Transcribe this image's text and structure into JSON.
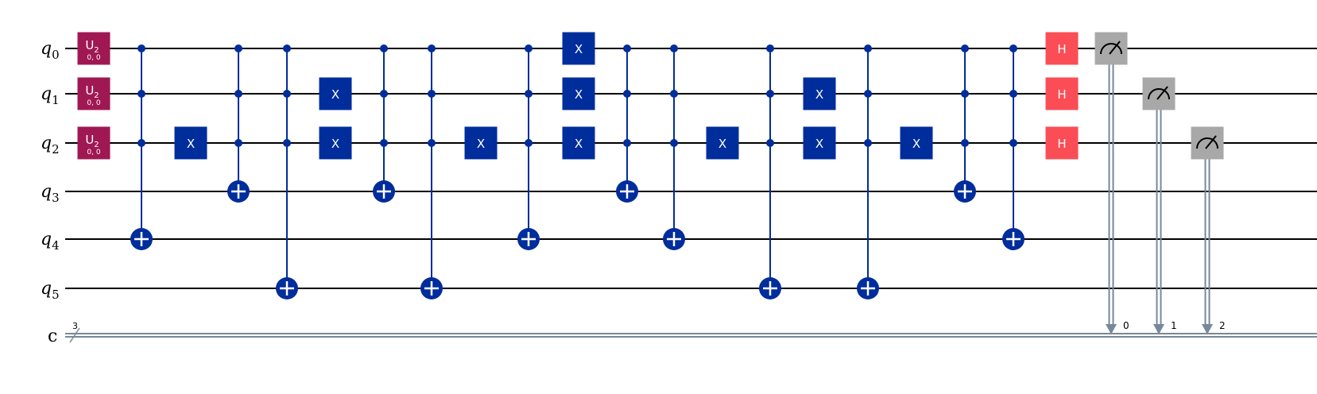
{
  "colors": {
    "wire": "#000000",
    "classical_wire": "#778899",
    "u2_gate": "#9f1853",
    "x_gate": "#002d9c",
    "h_gate": "#fa4d56",
    "measure": "#a8a8a8"
  },
  "qubits": [
    {
      "name": "q",
      "index": "0"
    },
    {
      "name": "q",
      "index": "1"
    },
    {
      "name": "q",
      "index": "2"
    },
    {
      "name": "q",
      "index": "3"
    },
    {
      "name": "q",
      "index": "4"
    },
    {
      "name": "q",
      "index": "5"
    }
  ],
  "classical": {
    "name": "c",
    "size": "3",
    "bit_labels": [
      "0",
      "1",
      "2"
    ]
  },
  "u2_gate": {
    "label": "U",
    "sub": "2",
    "params": "0, 0"
  },
  "x_gate": {
    "label": "X"
  },
  "h_gate": {
    "label": "H"
  },
  "columns": [
    [
      {
        "type": "u2",
        "q": 0
      },
      {
        "type": "u2",
        "q": 1
      },
      {
        "type": "u2",
        "q": 2
      }
    ],
    [
      {
        "type": "ctrl",
        "controls": [
          0,
          1,
          2
        ],
        "target": 4
      }
    ],
    [
      {
        "type": "x",
        "q": 2
      }
    ],
    [
      {
        "type": "ctrl",
        "controls": [
          0,
          1,
          2
        ],
        "target": 3
      }
    ],
    [
      {
        "type": "ctrl",
        "controls": [
          0,
          1,
          2
        ],
        "target": 5
      }
    ],
    [
      {
        "type": "x",
        "q": 1
      },
      {
        "type": "x",
        "q": 2
      }
    ],
    [
      {
        "type": "ctrl",
        "controls": [
          0,
          1,
          2
        ],
        "target": 3
      }
    ],
    [
      {
        "type": "ctrl",
        "controls": [
          0,
          1,
          2
        ],
        "target": 5
      }
    ],
    [
      {
        "type": "x",
        "q": 2
      }
    ],
    [
      {
        "type": "ctrl",
        "controls": [
          0,
          1,
          2
        ],
        "target": 4
      }
    ],
    [
      {
        "type": "x",
        "q": 0
      },
      {
        "type": "x",
        "q": 1
      },
      {
        "type": "x",
        "q": 2
      }
    ],
    [
      {
        "type": "ctrl",
        "controls": [
          0,
          1,
          2
        ],
        "target": 3
      }
    ],
    [
      {
        "type": "ctrl",
        "controls": [
          0,
          1,
          2
        ],
        "target": 4
      }
    ],
    [
      {
        "type": "x",
        "q": 2
      }
    ],
    [
      {
        "type": "ctrl",
        "controls": [
          0,
          1,
          2
        ],
        "target": 5
      }
    ],
    [
      {
        "type": "x",
        "q": 1
      },
      {
        "type": "x",
        "q": 2
      }
    ],
    [
      {
        "type": "ctrl",
        "controls": [
          0,
          1,
          2
        ],
        "target": 5
      }
    ],
    [
      {
        "type": "x",
        "q": 2
      }
    ],
    [
      {
        "type": "ctrl",
        "controls": [
          0,
          1,
          2
        ],
        "target": 3
      }
    ],
    [
      {
        "type": "ctrl",
        "controls": [
          0,
          1,
          2
        ],
        "target": 4
      }
    ],
    [
      {
        "type": "h",
        "q": 0
      },
      {
        "type": "h",
        "q": 1
      },
      {
        "type": "h",
        "q": 2
      }
    ],
    [
      {
        "type": "measure",
        "q": 0,
        "cbit": 0
      }
    ],
    [
      {
        "type": "measure",
        "q": 1,
        "cbit": 1
      }
    ],
    [
      {
        "type": "measure",
        "q": 2,
        "cbit": 2
      }
    ]
  ]
}
